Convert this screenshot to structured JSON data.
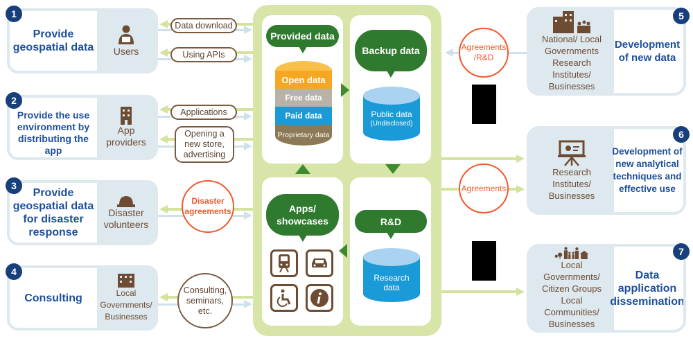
{
  "left": [
    {
      "num": "1",
      "title": "Provide geospatial data",
      "actor": "Users",
      "icon": "user-laptop-icon"
    },
    {
      "num": "2",
      "title": "Provide the use environment by distributing the app",
      "actor": "App providers",
      "icon": "building-icon"
    },
    {
      "num": "3",
      "title": "Provide geospatial data for disaster response",
      "actor": "Disaster volunteers",
      "icon": "helmet-icon"
    },
    {
      "num": "4",
      "title": "Consulting",
      "actor": "Local Governments/ Businesses",
      "icon": "office-icon"
    }
  ],
  "links_left": {
    "data_download": "Data download",
    "using_apis": "Using APIs",
    "applications": "Applications",
    "opening_store": "Opening a new store, advertising",
    "disaster_agreements": "Disaster agreements",
    "consulting": "Consulting, seminars, etc."
  },
  "center": {
    "provided_data": "Provided data",
    "layers": [
      "Open data",
      "Free data",
      "Paid data",
      "Proprietary data"
    ],
    "layer_colors": [
      "#f5a623",
      "#b9b2a8",
      "#1a9ad6",
      "#8b7a55"
    ],
    "backup_data": "Backup data",
    "public_data": "Public data",
    "undisclosed": "(Undisclosed)",
    "apps": "Apps/ showcases",
    "app_icons": [
      "train-icon",
      "car-icon",
      "wheelchair-icon",
      "info-icon"
    ],
    "rnd": "R&D",
    "research_data": "Research data"
  },
  "links_right": {
    "agreements_rnd": "Agreements /R&D",
    "agreements": "Agreements"
  },
  "right": [
    {
      "num": "5",
      "title": "Development of new data",
      "actor": "National/ Local Governments Research Institutes/ Businesses",
      "icon": "buildings-people-icon"
    },
    {
      "num": "6",
      "title": "Development of new analytical techniques and effective use",
      "actor": "Research Institutes/ Businesses",
      "icon": "presentation-board-icon"
    },
    {
      "num": "7",
      "title": "Data application dissemination",
      "actor": "Local Governments/ Citizen Groups Local Communities/ Businesses",
      "icon": "family-community-icon"
    }
  ],
  "colors": {
    "title": "#1d4f9c",
    "number": "#163f7c",
    "green": "#2f7a2e",
    "frame": "#d7e5a9",
    "agreement": "#ee5a2a",
    "actor": "#6d4c33"
  }
}
